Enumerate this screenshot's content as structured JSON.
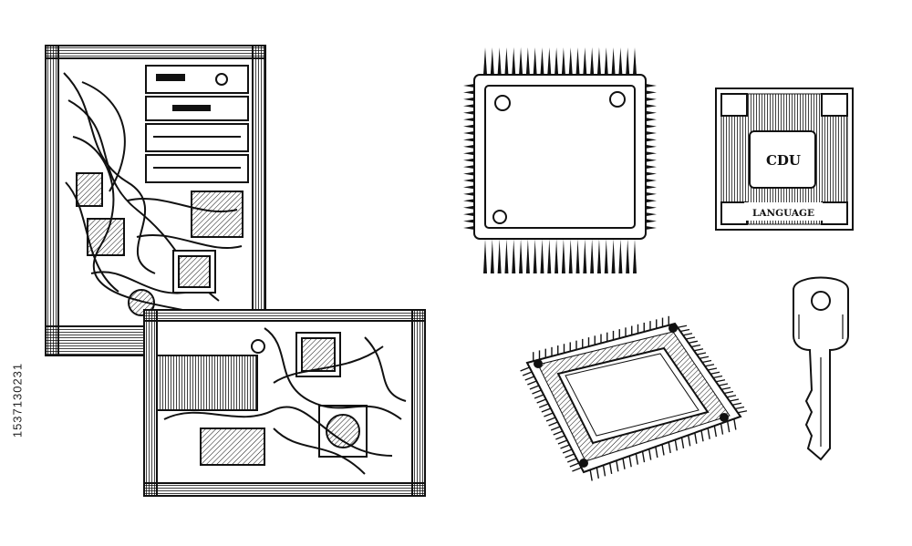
{
  "cpu_box": {
    "title": "CDU",
    "subtitle": "LANGUAGE"
  },
  "stock": {
    "id": "1537130231"
  },
  "icons": [
    "computer-tower-icon",
    "computer-case-icon",
    "cpu-chip-icon",
    "cpu-box-icon",
    "cpu-chip-3d-icon",
    "key-icon"
  ],
  "colors": {
    "ink": "#111111",
    "paper": "#ffffff"
  }
}
